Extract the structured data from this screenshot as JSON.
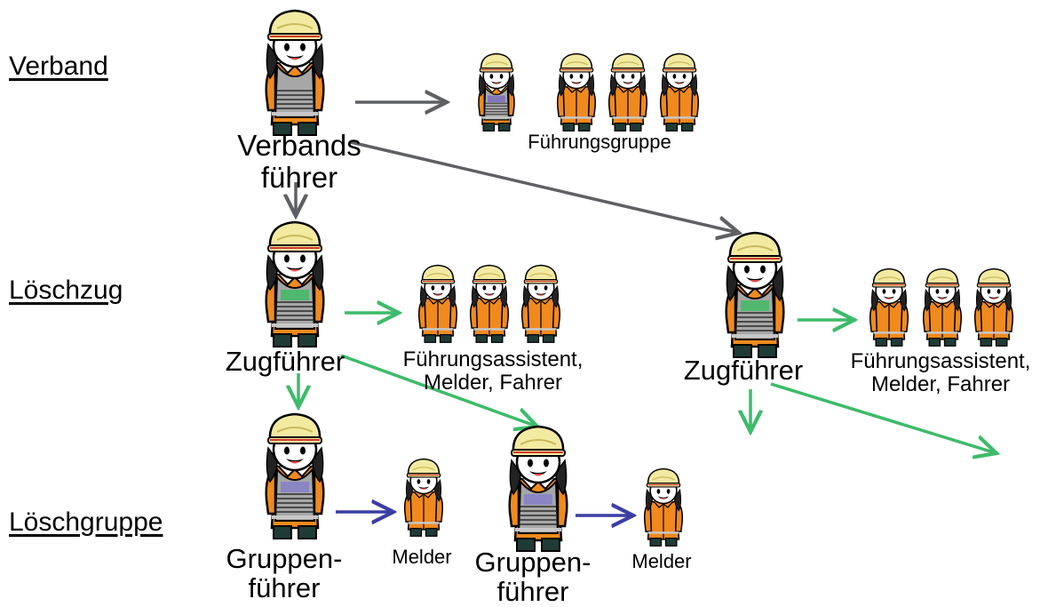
{
  "levels": {
    "verband": "Verband",
    "loeschzug": "Löschzug",
    "loeschgruppe": "Löschgruppe"
  },
  "verband": {
    "leader_line1": "Verbands",
    "leader_line2": "führer",
    "staff_caption": "Führungsgruppe"
  },
  "zug_left": {
    "leader": "Zugführer",
    "staff_line1": "Führungsassistent,",
    "staff_line2": "Melder,  Fahrer"
  },
  "zug_right": {
    "leader": "Zugführer",
    "staff_line1": "Führungsassistent,",
    "staff_line2": "Melder,  Fahrer"
  },
  "gruppe_left": {
    "leader_line1": "Gruppen-",
    "leader_line2": "führer",
    "melder": "Melder"
  },
  "gruppe_right": {
    "leader_line1": "Gruppen-",
    "leader_line2": "führer",
    "melder": "Melder"
  },
  "colors": {
    "verband_arrow": "#5f6063",
    "zug_arrow": "#3dbb6a",
    "gruppe_arrow": "#3b3ea3",
    "jacket": "#f08a1e",
    "helmet": "#f3eaa2",
    "vest_verband": "#a7a7a7",
    "vest_zug": "#4fb86e",
    "vest_gruppe": "#8a86c4",
    "vest_staff_lead": "#8278ba"
  },
  "icons": {
    "figure": "firefighter-icon"
  }
}
